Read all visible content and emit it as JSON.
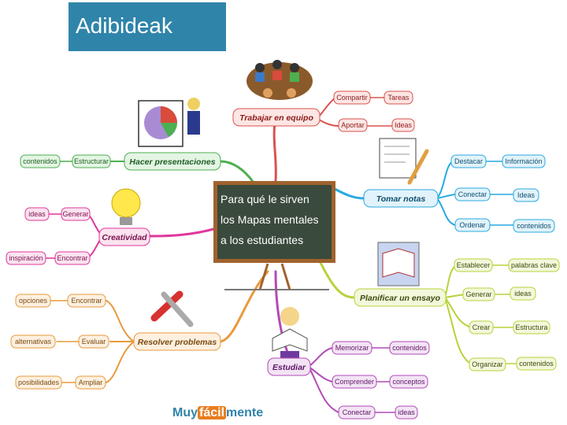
{
  "slide_title": "Adibideak",
  "center": {
    "lines": [
      "Para qué le sirven",
      "los Mapas mentales",
      "a los   estudiantes"
    ]
  },
  "colors": {
    "red": "#d9534f",
    "green": "#4caf50",
    "blue": "#29a9e0",
    "purple": "#b24ab8",
    "magenta": "#e0379a",
    "orange": "#e89a3c",
    "yellow_green": "#b6d33a",
    "board": "#3a4a3c",
    "board_frame": "#a0622d"
  },
  "branches": {
    "equipo": {
      "label": "Trabajar en equipo",
      "children": [
        {
          "label": "Compartir",
          "leaf": "Tareas"
        },
        {
          "label": "Aportar",
          "leaf": "Ideas"
        }
      ]
    },
    "presentaciones": {
      "label": "Hacer presentaciones",
      "children": [
        {
          "label": "Estructurar",
          "leaf": "contenidos"
        }
      ]
    },
    "creatividad": {
      "label": "Creatividad",
      "children": [
        {
          "label": "Generar",
          "leaf": "ideas"
        },
        {
          "label": "Encontrar",
          "leaf": "inspiración"
        }
      ]
    },
    "problemas": {
      "label": "Resolver problemas",
      "children": [
        {
          "label": "Encontrar",
          "leaf": "opciones"
        },
        {
          "label": "Evaluar",
          "leaf": "alternativas"
        },
        {
          "label": "Ampliar",
          "leaf": "posibilidades"
        }
      ]
    },
    "estudiar": {
      "label": "Estudiar",
      "children": [
        {
          "label": "Memorizar",
          "leaf": "contenidos"
        },
        {
          "label": "Comprender",
          "leaf": "conceptos"
        },
        {
          "label": "Conectar",
          "leaf": "ideas"
        }
      ]
    },
    "notas": {
      "label": "Tomar notas",
      "children": [
        {
          "label": "Destacar",
          "leaf": "Información"
        },
        {
          "label": "Conectar",
          "leaf": "Ideas"
        },
        {
          "label": "Ordenar",
          "leaf": "contenidos"
        }
      ]
    },
    "ensayo": {
      "label": "Planificar un ensayo",
      "children": [
        {
          "label": "Establecer",
          "leaf": "palabras clave"
        },
        {
          "label": "Generar",
          "leaf": "ideas"
        },
        {
          "label": "Crear",
          "leaf": "Estructura"
        },
        {
          "label": "Organizar",
          "leaf": "contenidos"
        }
      ]
    }
  },
  "footer": {
    "logo_part1": "Muy",
    "logo_part2": "fácil",
    "logo_part3": "mente"
  }
}
